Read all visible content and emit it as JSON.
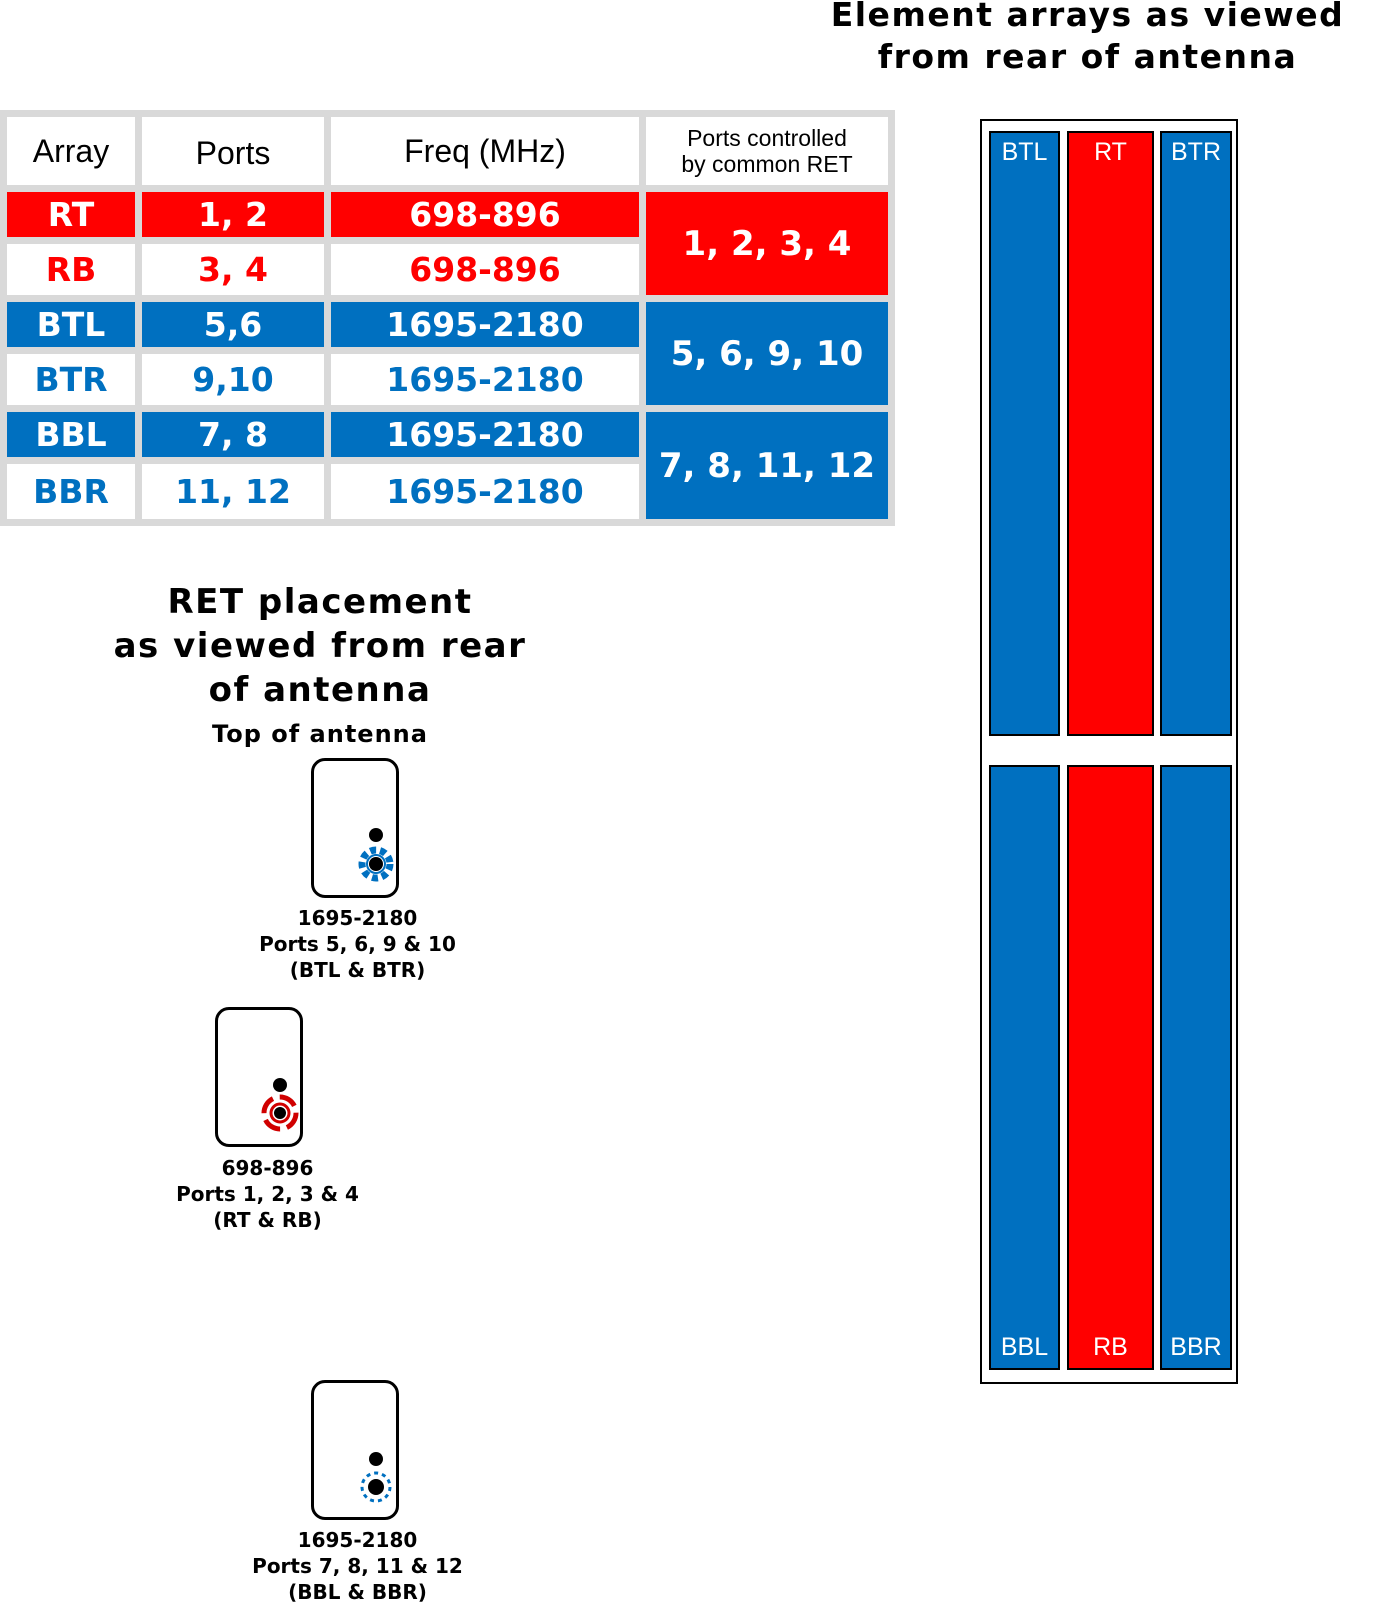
{
  "arrays_title": {
    "line1": "Element arrays as viewed",
    "line2": "from rear of antenna"
  },
  "table": {
    "headers": [
      "Array",
      "Ports",
      "Freq (MHz)",
      "Ports controlled\nby common RET"
    ],
    "rows": [
      {
        "array": "RT",
        "ports": "1, 2",
        "freq": "698-896"
      },
      {
        "array": "RB",
        "ports": "3, 4",
        "freq": "698-896"
      },
      {
        "array": "BTL",
        "ports": "5,6",
        "freq": "1695-2180"
      },
      {
        "array": "BTR",
        "ports": "9,10",
        "freq": "1695-2180"
      },
      {
        "array": "BBL",
        "ports": "7, 8",
        "freq": "1695-2180"
      },
      {
        "array": "BBR",
        "ports": "11, 12",
        "freq": "1695-2180"
      }
    ],
    "ret_groups": [
      "1, 2, 3, 4",
      "5, 6, 9, 10",
      "7, 8, 11, 12"
    ]
  },
  "array_panel": {
    "top_labels": [
      "BTL",
      "RT",
      "BTR"
    ],
    "bottom_labels": [
      "BBL",
      "RB",
      "BBR"
    ]
  },
  "ret_title": {
    "line1": "RET placement",
    "line2": "as viewed from rear",
    "line3": "of antenna",
    "subtitle": "Top of antenna"
  },
  "ret_units": [
    {
      "freq": "1695-2180",
      "ports": "Ports 5, 6, 9 & 10",
      "arrays": "(BTL & BTR)",
      "color": "#0070c0"
    },
    {
      "freq": "698-896",
      "ports": "Ports 1, 2, 3 & 4",
      "arrays": "(RT & RB)",
      "color": "#d00000"
    },
    {
      "freq": "1695-2180",
      "ports": "Ports 7, 8, 11 & 12",
      "arrays": "(BBL & BBR)",
      "color": "#0070c0"
    }
  ],
  "colors": {
    "red": "#ff0000",
    "blue": "#0070c0",
    "grid": "#d9d9d9"
  }
}
